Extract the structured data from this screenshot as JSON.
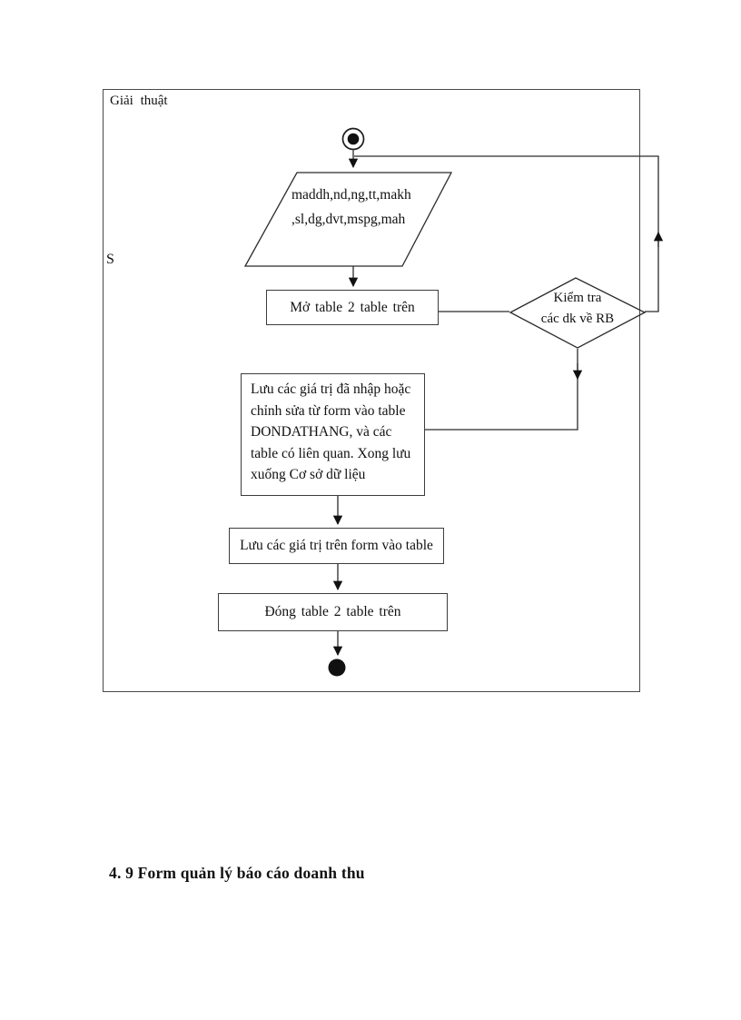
{
  "document": {
    "frame_title": "Giải thuật",
    "branch_label": "S",
    "section_heading": "4. 9 Form quản lý báo cáo doanh thu"
  },
  "flowchart": {
    "input_parallelogram": "maddh,nd,ng,tt,makh\n,sl,dg,dvt,mspg,mah",
    "open_tables_box": "Mở table 2 table trên",
    "decision_diamond": "Kiểm tra\ncác dk về RB",
    "save_values_box": "Lưu các giá trị đã nhập hoặc\nchỉnh sửa từ form vào table\nDONDATHANG, và các\ntable có liên quan. Xong lưu\nxuống Cơ sở dữ liệu",
    "save_form_box": "Lưu các giá trị trên form vào table",
    "close_tables_box": "Đóng table 2 table trên"
  },
  "colors": {
    "line": "#2b2b2b",
    "text": "#111111",
    "page_background": "#ffffff"
  }
}
